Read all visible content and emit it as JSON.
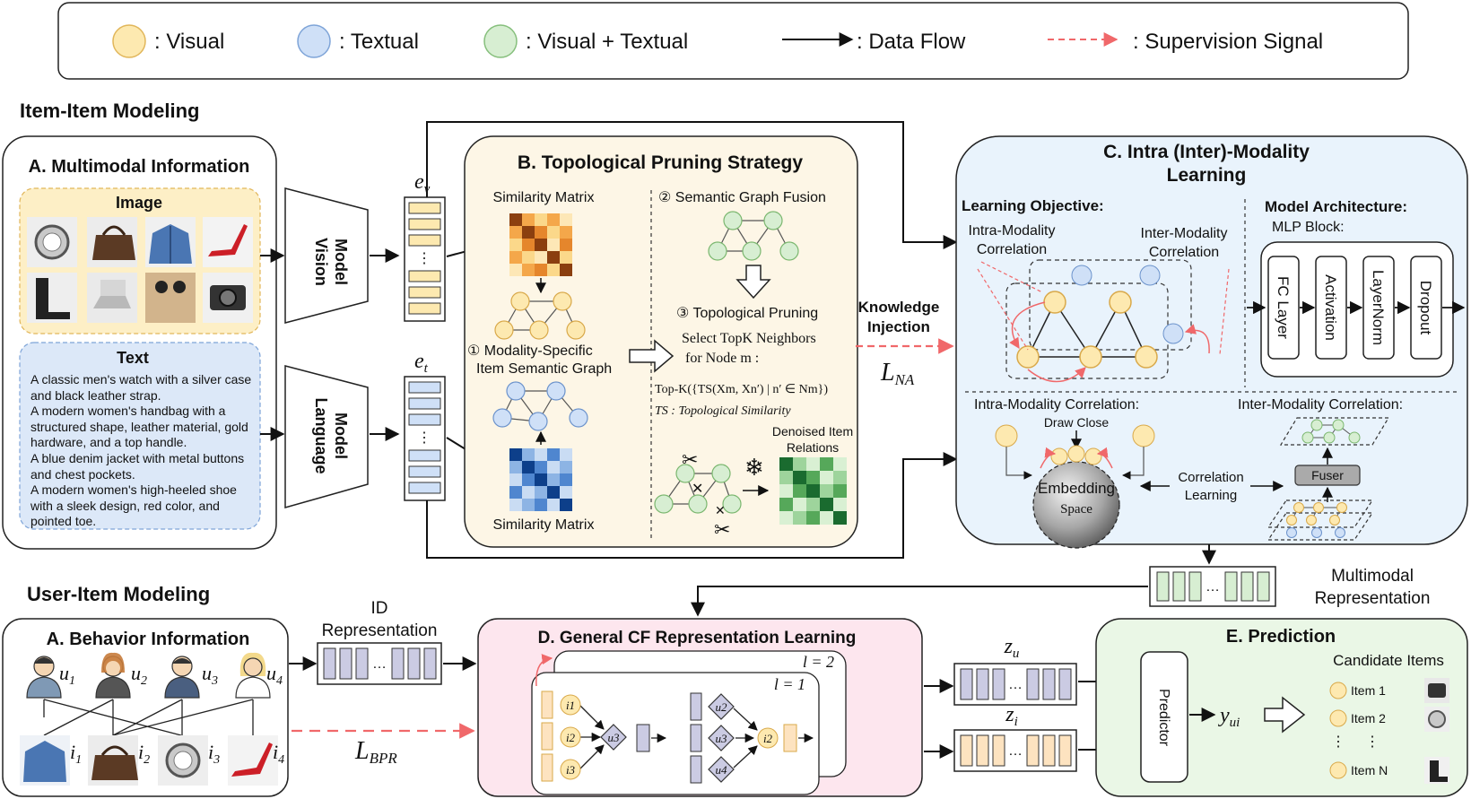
{
  "legend": {
    "visual": ": Visual",
    "textual": ": Textual",
    "visual_textual": ": Visual + Textual",
    "data_flow": ": Data Flow",
    "supervision": ": Supervision Signal"
  },
  "colors": {
    "visual": "#fde9b0",
    "textual": "#cfe0f7",
    "visual_textual": "#d7eed2",
    "supervision": "#f0686a",
    "panel_b": "#fdf6e6",
    "panel_c": "#e9f3fc",
    "panel_d": "#fde6ee",
    "panel_e": "#eaf7e6",
    "id_rep": "#cbcbe3"
  },
  "sections": {
    "item_item": "Item-Item Modeling",
    "user_item": "User-Item Modeling"
  },
  "panel_a": {
    "title": "A. Multimodal Information",
    "image_label": "Image",
    "text_label": "Text",
    "texts": [
      "A classic men's watch with a silver case and black leather strap.",
      "A modern women's handbag with a structured shape, leather material, gold hardware, and a top handle.",
      "A blue denim jacket with metal buttons and chest pockets.",
      "A modern women's high-heeled shoe with a sleek design, red color, and pointed toe."
    ],
    "vision_model": [
      "Vision",
      "Model"
    ],
    "language_model": [
      "Language",
      "Model"
    ]
  },
  "panel_b": {
    "title": "B. Topological Pruning Strategy",
    "sim_matrix_top": "Similarity Matrix",
    "sim_matrix_bottom": "Similarity Matrix",
    "step1": [
      "① Modality-Specific",
      "Item Semantic Graph"
    ],
    "step2": "② Semantic Graph Fusion",
    "step3": "③ Topological Pruning",
    "select": "Select TopK Neighbors",
    "for_node": "for Node m :",
    "topk_formula": "Top-K({TS(Xm, Xn′) | n′ ∈ Nm})",
    "ts_def": "TS : Topological Similarity",
    "denoised": [
      "Denoised Item",
      "Relations"
    ]
  },
  "knowledge": {
    "label": [
      "Knowledge",
      "Injection"
    ],
    "loss": "L",
    "loss_sub": "NA"
  },
  "panel_c": {
    "title": [
      "C. Intra (Inter)-Modality",
      "Learning"
    ],
    "objective": "Learning Objective:",
    "intra_corr": [
      "Intra-Modality",
      "Correlation"
    ],
    "inter_corr": [
      "Inter-Modality",
      "Correlation"
    ],
    "architecture": "Model Architecture:",
    "mlp_block": "MLP Block:",
    "mlp_layers": [
      "FC Layer",
      "Activation",
      "LayerNorm",
      "Dropout"
    ],
    "intra_bottom": "Intra-Modality Correlation:",
    "inter_bottom": "Inter-Modality Correlation:",
    "draw_close": "Draw Close",
    "embedding": "Embedding",
    "space": "Space",
    "corr_learning": [
      "Correlation",
      "Learning"
    ],
    "fuser": "Fuser"
  },
  "multimodal_rep": [
    "Multimodal",
    "Representation"
  ],
  "panel_a2": {
    "title": "A. Behavior Information",
    "users": [
      "u1",
      "u2",
      "u3",
      "u4"
    ],
    "items": [
      "i1",
      "i2",
      "i3",
      "i4"
    ]
  },
  "id_rep": [
    "ID",
    "Representation"
  ],
  "bpr": {
    "loss": "L",
    "sub": "BPR"
  },
  "panel_d": {
    "title": "D. General CF Representation Learning",
    "l2": "l = 2",
    "l1": "l = 1",
    "nodes_left": [
      "i1",
      "i2",
      "i3"
    ],
    "center_left": "u3",
    "nodes_right": [
      "u2",
      "u3",
      "u4"
    ],
    "center_right": "i2"
  },
  "zu": {
    "v": "z",
    "sub": "u"
  },
  "zi": {
    "v": "z",
    "sub": "i"
  },
  "ev": {
    "v": "e",
    "sub": "v"
  },
  "et": {
    "v": "e",
    "sub": "t"
  },
  "panel_e": {
    "title": "E. Prediction",
    "predictor": "Predictor",
    "y": "y",
    "y_sub": "ui",
    "candidates": "Candidate Items",
    "items": [
      "Item 1",
      "Item 2",
      "Item N"
    ],
    "dots": "⋮"
  },
  "ellipsis": "…"
}
